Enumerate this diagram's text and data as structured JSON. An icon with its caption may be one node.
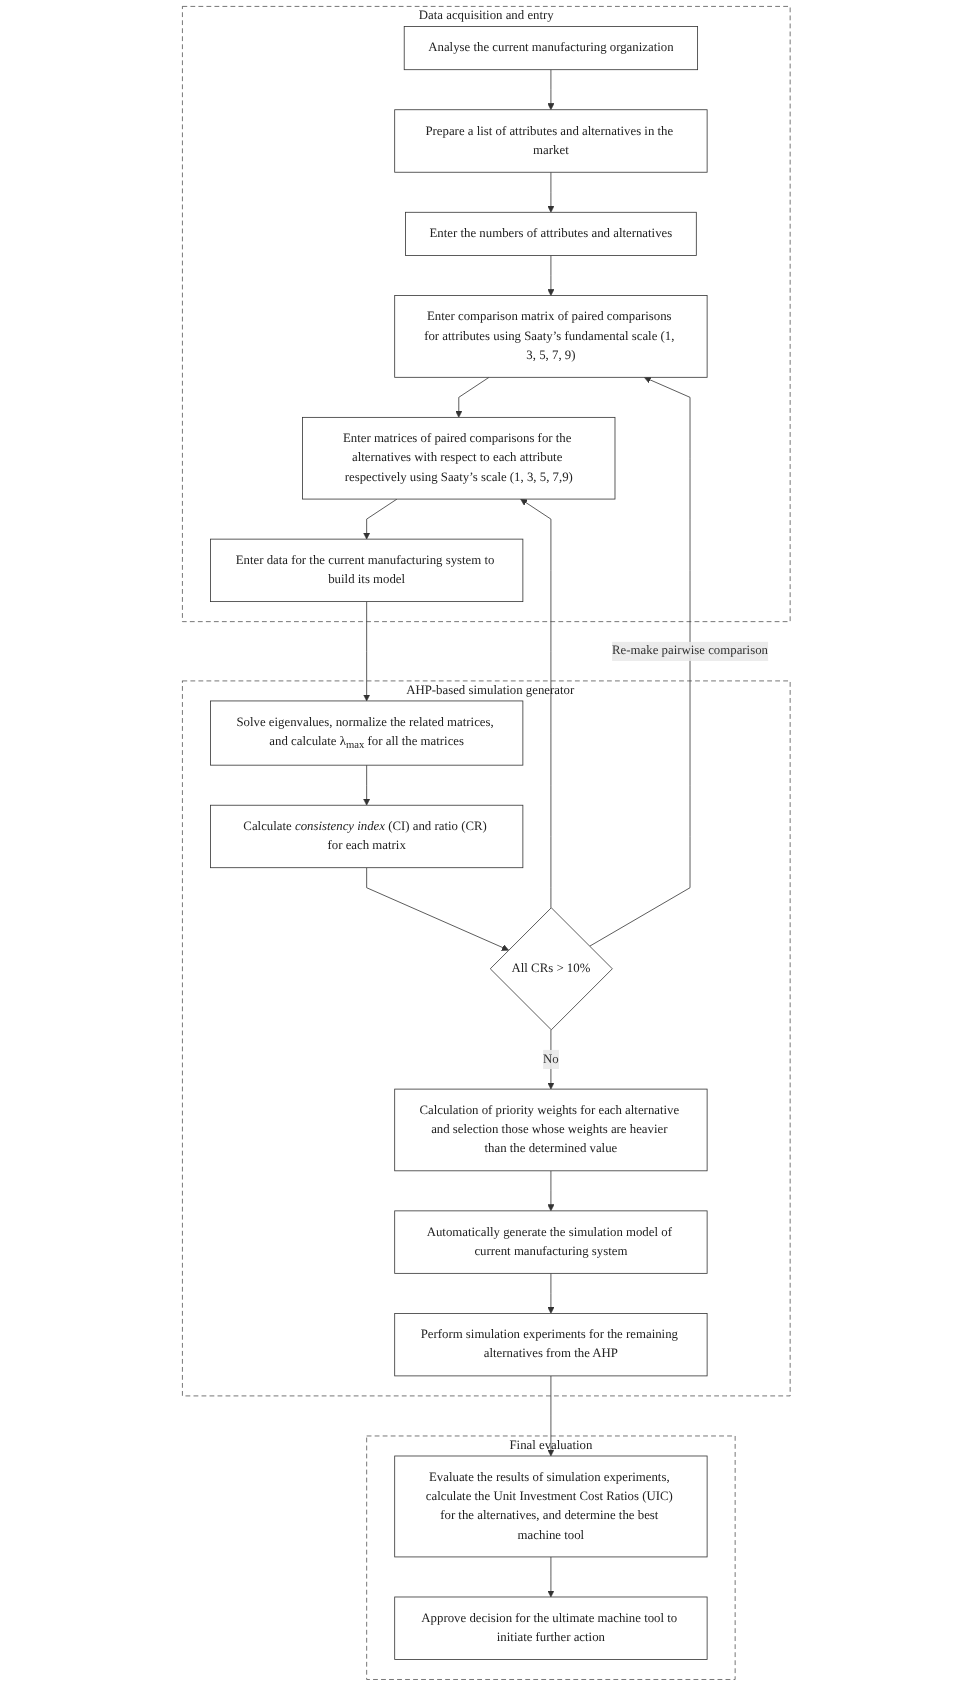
{
  "diagram": {
    "nodes": [
      {
        "text": [
          "Data acquisition and entry"
        ]
      },
      {
        "text": [
          "Analyse the current manufacturing organization"
        ],
        "in": 0
      },
      {
        "text": [
          "Prepare a list of attributes and alternatives in the market"
        ],
        "in": 0
      },
      {
        "text": [
          "Enter the numbers of attributes and alternatives"
        ],
        "in": 0
      },
      {
        "text": [
          "Enter comparison matrix of paired comparisons for attributes using Saaty’s fundamental scale (1, 3, 5, 7, 9)"
        ],
        "in": 0
      },
      {
        "text": [
          "Enter matrices of paired comparisons for the alternatives with respect to each attribute respectively using Saaty’s scale (1, 3, 5, 7,9)"
        ],
        "in": 0
      },
      {
        "text": [
          "Enter data for the current manufacturing system to build its model"
        ],
        "in": 0
      },
      {
        "text": [
          "AHP-based simulation generator"
        ]
      },
      {
        "text": [
          "Solve eigenvalues, normalize the related matrices, and calculate λ$_{max}$ for all the matrices"
        ],
        "in": 7
      },
      {
        "text": [
          "Calculate *consistency index* (CI) and ratio (CR) for each matrix"
        ],
        "in": 7
      },
      {
        "text": [
          "All CRs > 10%"
        ],
        "in": 7
      },
      {
        "text": [
          "Calculation of priority weights for each alternative and selection those whose weights are heavier than the determined value"
        ],
        "in": 7
      },
      {
        "text": [
          "Automatically generate the simulation model of current manufacturing system"
        ],
        "in": 7
      },
      {
        "text": [
          "Perform simulation experiments for the remaining alternatives from the AHP"
        ],
        "in": 7
      },
      {
        "text": [
          "Final evaluation"
        ]
      },
      {
        "text": [
          "Evaluate the results of simulation experiments, calculate the Unit Investment Cost Ratios (UIC) for the alternatives, and determine the best machine tool"
        ],
        "in": 14
      },
      {
        "text": [
          "Approve decision for the ultimate machine tool to initiate further action"
        ],
        "in": 14
      }
    ],
    "edges": [
      {
        "from": 1,
        "to": 2,
        "arrow": "to"
      },
      {
        "from": 2,
        "to": 3,
        "arrow": "to"
      },
      {
        "from": 3,
        "to": 4,
        "arrow": "to"
      },
      {
        "from": 4,
        "to": 5,
        "arrow": "to"
      },
      {
        "from": 5,
        "to": 6,
        "arrow": "to"
      },
      {
        "from": 6,
        "to": 8,
        "arrow": "to"
      },
      {
        "from": 8,
        "to": 9,
        "arrow": "to"
      },
      {
        "from": 9,
        "to": 10,
        "arrow": "to"
      },
      {
        "from": 10,
        "to": 11,
        "arrow": "to",
        "label": "No"
      },
      {
        "from": 11,
        "to": 12,
        "arrow": "to"
      },
      {
        "from": 12,
        "to": 13,
        "arrow": "to"
      },
      {
        "from": 13,
        "to": 15,
        "arrow": "to"
      },
      {
        "from": 15,
        "to": 16,
        "arrow": "to"
      },
      {
        "from": 10,
        "to": 4,
        "arrow": "to",
        "label": "Re-make pairwise comparison"
      },
      {
        "from": 10,
        "to": 5,
        "arrow": "to"
      }
    ]
  }
}
